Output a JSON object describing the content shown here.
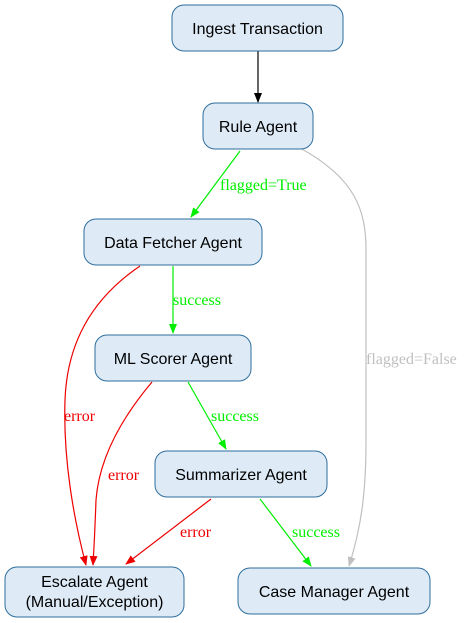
{
  "diagram": {
    "nodes": {
      "ingest": "Ingest Transaction",
      "rule": "Rule Agent",
      "fetcher": "Data Fetcher Agent",
      "scorer": "ML Scorer Agent",
      "summarizer": "Summarizer Agent",
      "escalate_line1": "Escalate Agent",
      "escalate_line2": "(Manual/Exception)",
      "case_manager": "Case Manager Agent"
    },
    "edges": {
      "flagged_true": "flagged=True",
      "flagged_false": "flagged=False",
      "fetcher_success": "success",
      "scorer_success": "success",
      "summarizer_success": "success",
      "fetcher_error": "error",
      "scorer_error": "error",
      "summarizer_error": "error"
    },
    "colors": {
      "node_fill": "#deebf7",
      "node_border": "#2e6e9e",
      "default_edge": "#000000",
      "success_edge": "#00ee00",
      "error_edge": "#ee0000",
      "false_edge": "#c0c0c0"
    }
  }
}
